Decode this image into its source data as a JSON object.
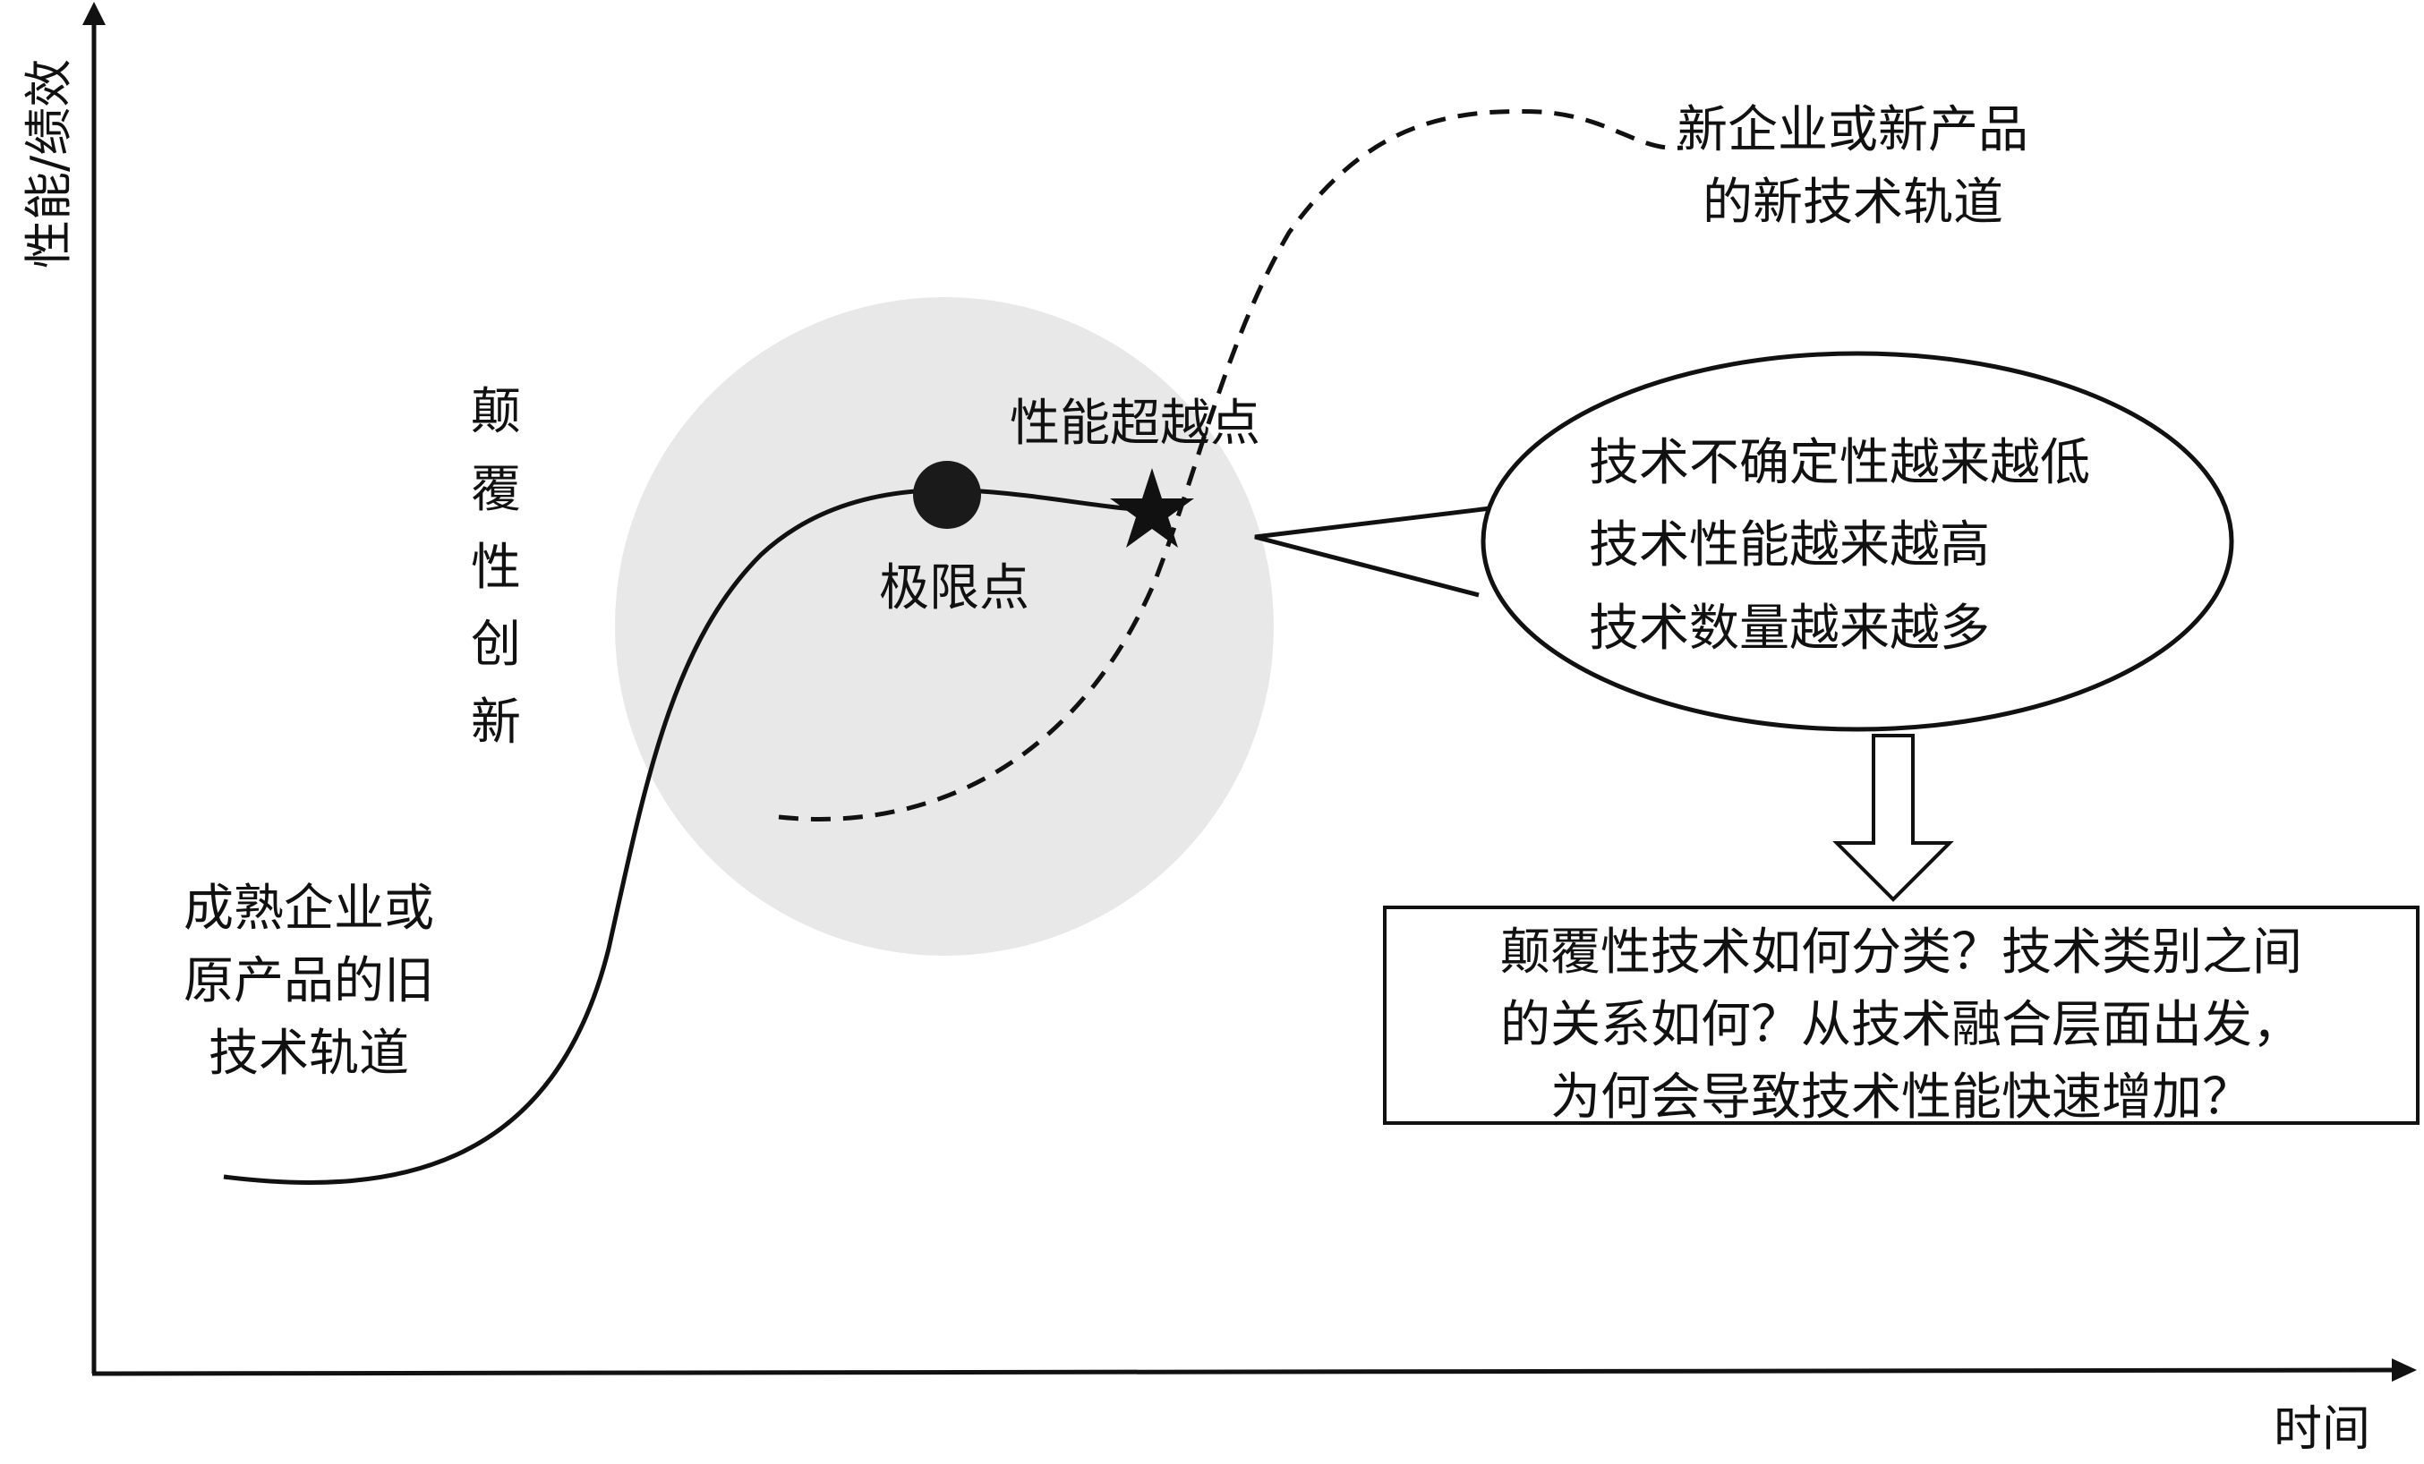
{
  "axes": {
    "y_label": "性能/绩效",
    "x_label": "时间"
  },
  "labels": {
    "disruptive_innovation": [
      "颠",
      "覆",
      "性",
      "创",
      "新"
    ],
    "old_trajectory": [
      "成熟企业或",
      "原产品的旧",
      "技术轨道"
    ],
    "new_trajectory": [
      "新企业或新产品",
      "的新技术轨道"
    ],
    "limit_point": "极限点",
    "overtake_point": "性能超越点"
  },
  "callout": {
    "lines": [
      "技术不确定性越来越低",
      "技术性能越来越高",
      "技术数量越来越多"
    ]
  },
  "question_box": {
    "lines": [
      "颠覆性技术如何分类？技术类别之间",
      "的关系如何？从技术融合层面出发，",
      "为何会导致技术性能快速增加？"
    ]
  }
}
